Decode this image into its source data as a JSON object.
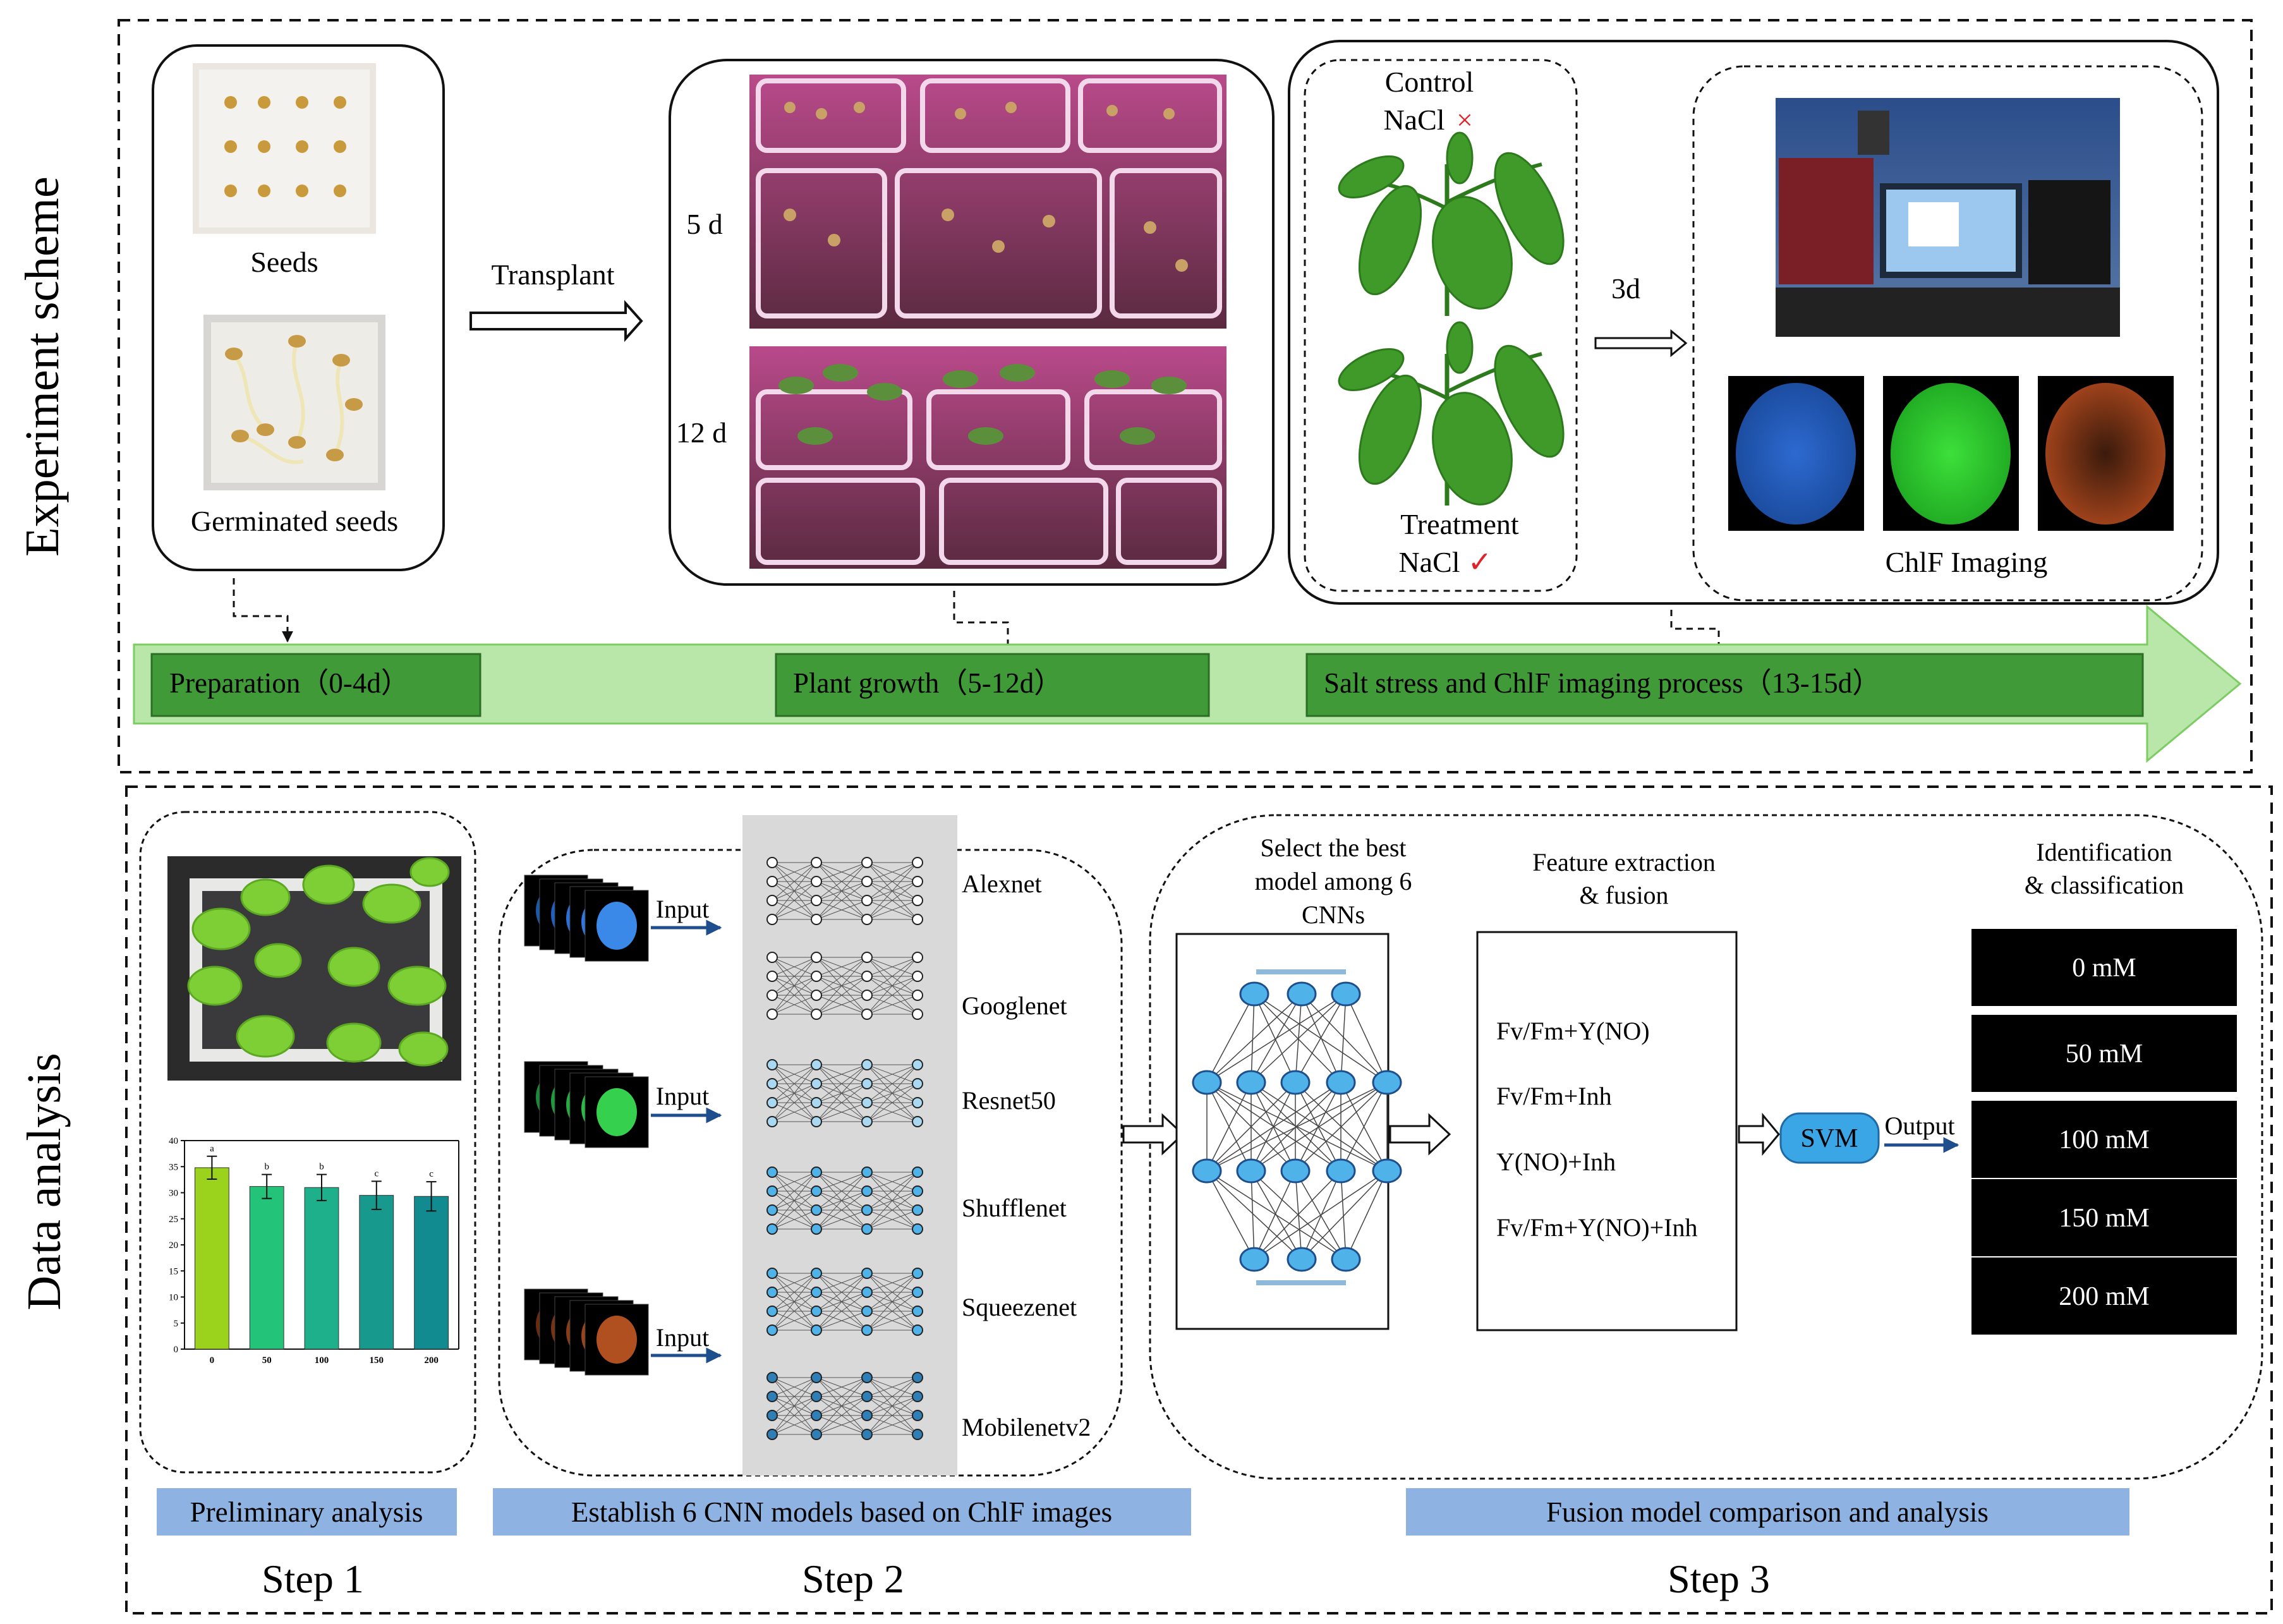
{
  "sections": {
    "experiment": {
      "title": "Experiment scheme"
    },
    "analysis": {
      "title": "Data analysis"
    }
  },
  "experiment": {
    "preparation": {
      "seeds_label": "Seeds",
      "germinated_label": "Germinated seeds"
    },
    "transplant_label": "Transplant",
    "growth": {
      "day5_label": "5 d",
      "day12_label": "12 d"
    },
    "salt": {
      "control_label": "Control",
      "control_nacl": "NaCl",
      "control_mark": "×",
      "treatment_label": "Treatment",
      "treatment_nacl": "NaCl",
      "treatment_mark": "✓",
      "duration_label": "3d",
      "imaging_label": "ChlF Imaging"
    },
    "timeline": {
      "stage1": "Preparation（0-4d）",
      "stage2": "Plant growth（5-12d）",
      "stage3": "Salt stress and ChlF imaging process（13-15d）"
    }
  },
  "analysis": {
    "step1": {
      "caption": "Preliminary analysis",
      "step_label": "Step 1"
    },
    "step2": {
      "caption": "Establish 6 CNN models based on ChlF images",
      "step_label": "Step 2",
      "input_labels": [
        "Input",
        "Input",
        "Input"
      ],
      "models": [
        "Alexnet",
        "Googlenet",
        "Resnet50",
        "Shufflenet",
        "Squeezenet",
        "Mobilenetv2"
      ]
    },
    "step3": {
      "caption": "Fusion model comparison and analysis",
      "step_label": "Step 3",
      "select_title": [
        "Select the best",
        "model among 6",
        "CNNs"
      ],
      "feature_title": [
        "Feature extraction",
        "& fusion"
      ],
      "features": [
        "Fv/Fm+Y(NO)",
        "Fv/Fm+Inh",
        "Y(NO)+Inh",
        "Fv/Fm+Y(NO)+Inh"
      ],
      "svm_label": "SVM",
      "output_label": "Output",
      "identification_title": [
        "Identification",
        "& classification"
      ],
      "classes": [
        "0 mM",
        "50 mM",
        "100 mM",
        "150 mM",
        "200 mM"
      ]
    }
  },
  "chart_data": {
    "type": "bar",
    "categories": [
      "0",
      "50",
      "100",
      "150",
      "200"
    ],
    "values": [
      34.8,
      31.2,
      31.0,
      29.5,
      29.3
    ],
    "errors": [
      2.2,
      2.3,
      2.5,
      2.7,
      2.8
    ],
    "significance": [
      "a",
      "b",
      "b",
      "c",
      "c"
    ],
    "ylim": [
      0,
      40
    ],
    "yticks": [
      "0",
      "5",
      "10",
      "15",
      "20",
      "25",
      "30",
      "35",
      "40"
    ],
    "colors": [
      "#9ad21c",
      "#24c37a",
      "#1eb08a",
      "#179a8d",
      "#128b90"
    ],
    "title": "",
    "xlabel": "",
    "ylabel": ""
  },
  "colors": {
    "timeline_arrow": "#b9e6a9",
    "timeline_box": "#3f9a37",
    "caption_bar": "#8eb3e2",
    "svm": "#3aa6e6",
    "class_box": "#000000",
    "node": "#4fb2e8",
    "plant": "#3f9a2a"
  }
}
